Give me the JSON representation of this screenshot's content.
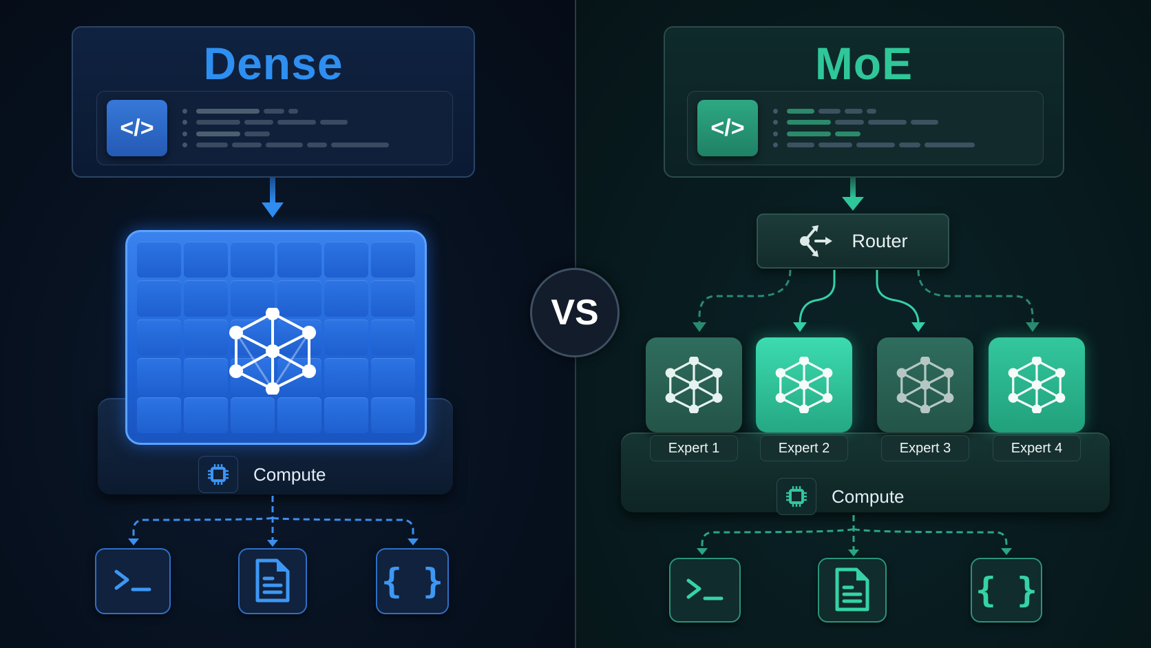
{
  "colors": {
    "dense_accent": "#2e8ff0",
    "moe_accent": "#2fc79a",
    "background_left": "#07111f",
    "background_right": "#081b1f",
    "text_light": "#e3edf6"
  },
  "center": {
    "vs_label": "VS"
  },
  "dense": {
    "title": "Dense",
    "input_icon": "code-icon",
    "input_glyph": "</>",
    "model_icon": "neural-network-icon",
    "compute_label": "Compute",
    "compute_icon": "cpu-chip-icon",
    "outputs": [
      {
        "icon": "terminal-icon",
        "glyph": ">_"
      },
      {
        "icon": "document-icon",
        "glyph": "doc"
      },
      {
        "icon": "braces-icon",
        "glyph": "{ }"
      }
    ]
  },
  "moe": {
    "title": "MoE",
    "input_icon": "code-icon",
    "input_glyph": "</>",
    "router_label": "Router",
    "router_icon": "router-split-icon",
    "experts": [
      {
        "label": "Expert 1",
        "active": false
      },
      {
        "label": "Expert 2",
        "active": true
      },
      {
        "label": "Expert 3",
        "active": false
      },
      {
        "label": "Expert 4",
        "active": true
      }
    ],
    "compute_label": "Compute",
    "compute_icon": "cpu-chip-icon",
    "outputs": [
      {
        "icon": "terminal-icon",
        "glyph": ">_"
      },
      {
        "icon": "document-icon",
        "glyph": "doc"
      },
      {
        "icon": "braces-icon",
        "glyph": "{ }"
      }
    ]
  }
}
